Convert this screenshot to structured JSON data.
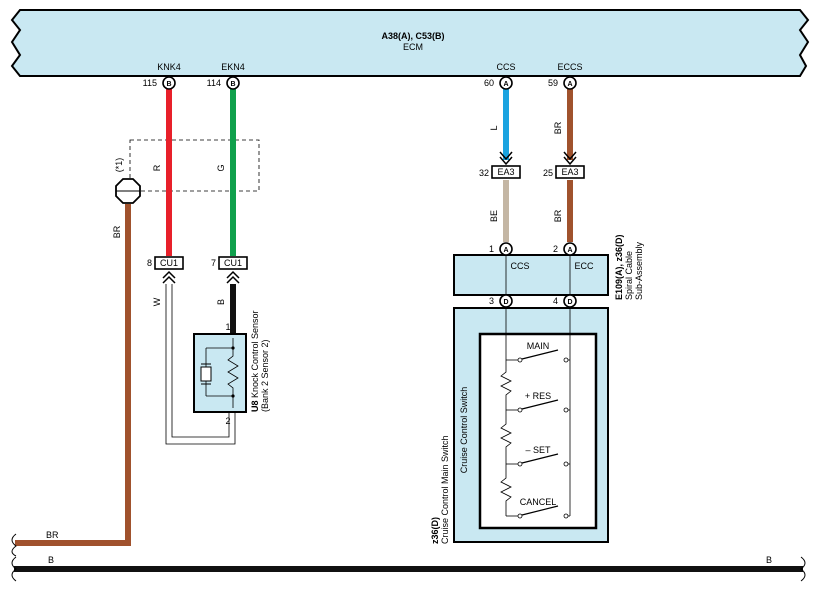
{
  "ecm": {
    "connector": "A38(A), C53(B)",
    "name": "ECM"
  },
  "ecm_pins": [
    {
      "signal": "KNK4",
      "num": "115",
      "conn": "B"
    },
    {
      "signal": "EKN4",
      "num": "114",
      "conn": "B"
    },
    {
      "signal": "CCS",
      "num": "60",
      "conn": "A"
    },
    {
      "signal": "ECCS",
      "num": "59",
      "conn": "A"
    }
  ],
  "wire_colors": {
    "knk4": "R",
    "ekn4": "G",
    "ccs_upper": "L",
    "eccs_upper": "BR",
    "ccs_lower": "BE",
    "eccs_lower": "BR",
    "shield": "W",
    "ekn4_lower": "B",
    "ground_left": "BR",
    "ground_bus_left": "B",
    "ground_bus_right": "B",
    "bus_top": "BR"
  },
  "colors": {
    "red": "#e8202a",
    "green": "#10a04c",
    "blue": "#1aa3e0",
    "brown": "#a0522d",
    "beige": "#c4b6a4",
    "black": "#111111",
    "panel": "#c9e8f2"
  },
  "note": "(*1)",
  "connectors": {
    "cu1_left": {
      "num": "8",
      "label": "CU1"
    },
    "cu1_right": {
      "num": "7",
      "label": "CU1"
    },
    "ea3_left": {
      "num": "32",
      "label": "EA3"
    },
    "ea3_right": {
      "num": "25",
      "label": "EA3"
    }
  },
  "knock_sensor": {
    "id": "U8",
    "name": "Knock Control Sensor",
    "sub": "(Bank 2 Sensor 2)",
    "pin1": "1",
    "pin2": "2"
  },
  "spiral": {
    "id": "E109(A), z36(D)",
    "name": "Spiral Cable",
    "sub": "Sub-Assembly",
    "pins_top": [
      {
        "num": "1",
        "conn": "A"
      },
      {
        "num": "2",
        "conn": "A"
      }
    ],
    "pins_bottom": [
      {
        "num": "3",
        "conn": "D"
      },
      {
        "num": "4",
        "conn": "D"
      }
    ],
    "labels": [
      "CCS",
      "ECC"
    ]
  },
  "cruise": {
    "id": "z36(D)",
    "name": "Cruise Control Main Switch",
    "inner": "Cruise Control Switch",
    "switches": [
      "MAIN",
      "+ RES",
      "– SET",
      "CANCEL"
    ]
  }
}
